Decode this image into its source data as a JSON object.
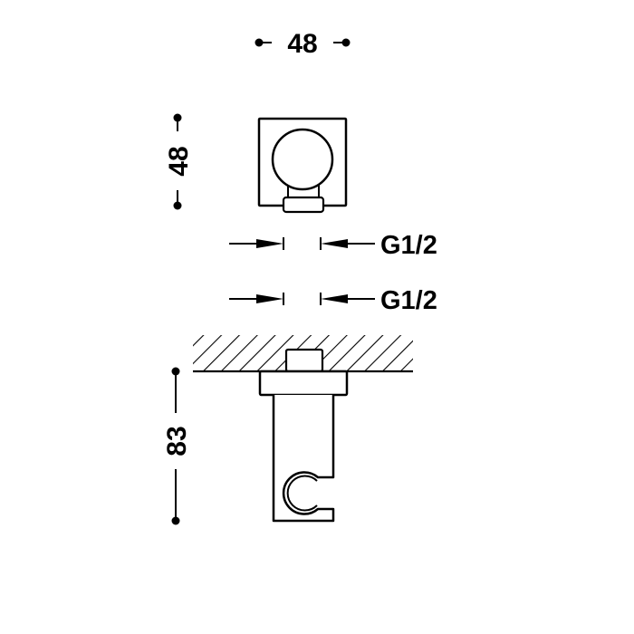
{
  "drawing": {
    "type": "technical-drawing",
    "subject": "wall-mounted shower hand-set holder with water outlet",
    "line_color": "#000000",
    "background": "#ffffff"
  },
  "dimensions": {
    "top_width": {
      "label": "48",
      "unit": "mm"
    },
    "front_height": {
      "label": "48",
      "unit": "mm"
    },
    "side_height": {
      "label": "83",
      "unit": "mm"
    }
  },
  "thread_callouts": [
    {
      "label": "G1/2"
    },
    {
      "label": "G1/2"
    }
  ],
  "views": {
    "front": {
      "name": "front-view",
      "shape": "square plate with round outlet and nut"
    },
    "side": {
      "name": "side-view",
      "shape": "wall flange, body with C-hook holder"
    }
  }
}
